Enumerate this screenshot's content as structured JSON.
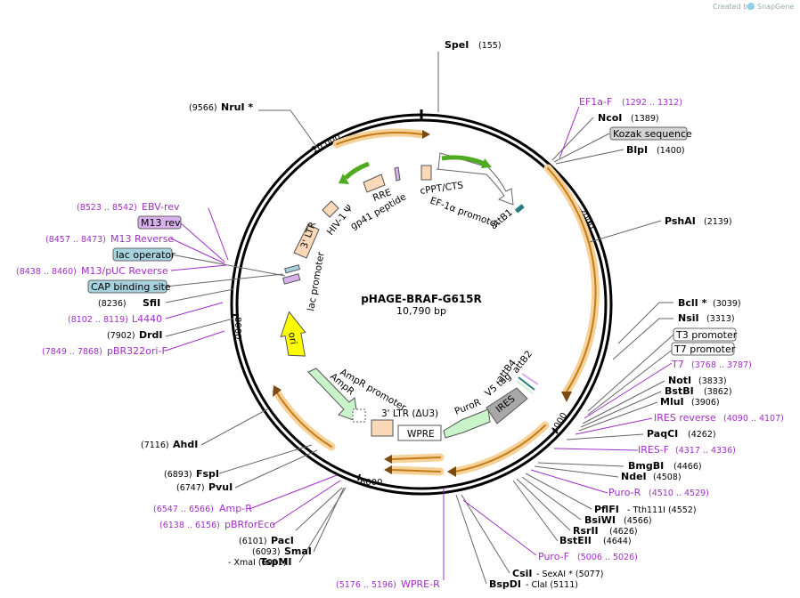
{
  "plasmid": {
    "name": "pHAGE-BRAF-G615R",
    "size": "10,790 bp"
  },
  "credit": {
    "prefix": "Created by",
    "brand": "SnapGene"
  },
  "ticks": [
    {
      "label": "10,000"
    },
    {
      "label": "2000"
    },
    {
      "label": "4000"
    },
    {
      "label": "6000"
    },
    {
      "label": "8000"
    }
  ],
  "boxed_labels": [
    {
      "text": "Kozak sequence",
      "fill": "#d3d3d3"
    },
    {
      "text": "M13 rev",
      "fill": "#d8b0ec"
    },
    {
      "text": "lac operator",
      "fill": "#a6d2de"
    },
    {
      "text": "CAP binding site",
      "fill": "#a6d2de"
    },
    {
      "text": "T3 promoter",
      "fill": "#ffffff"
    },
    {
      "text": "T7 promoter",
      "fill": "#ffffff"
    }
  ],
  "enzymes": [
    {
      "name": "SpeI",
      "pos": "(155)"
    },
    {
      "name": "NruI *",
      "pos": "(9566)"
    },
    {
      "name": "NcoI",
      "pos": "(1389)"
    },
    {
      "name": "BlpI",
      "pos": "(1400)"
    },
    {
      "name": "PshAI",
      "pos": "(2139)"
    },
    {
      "name": "BclI *",
      "pos": "(3039)"
    },
    {
      "name": "NsiI",
      "pos": "(3313)"
    },
    {
      "name": "NotI",
      "pos": "(3833)"
    },
    {
      "name": "BstBI",
      "pos": "(3862)"
    },
    {
      "name": "MluI",
      "pos": "(3906)"
    },
    {
      "name": "PaqCI",
      "pos": "(4262)"
    },
    {
      "name": "BmgBI",
      "pos": "(4466)"
    },
    {
      "name": "NdeI",
      "pos": "(4508)"
    },
    {
      "name": "PflFI",
      "pos": "-  Tth111I   (4552)"
    },
    {
      "name": "BsiWI",
      "pos": "(4566)"
    },
    {
      "name": "RsrII",
      "pos": "(4626)"
    },
    {
      "name": "BstEII",
      "pos": "(4644)"
    },
    {
      "name": "CsiI",
      "pos": "-  SexAI *   (5077)"
    },
    {
      "name": "BspDI",
      "pos": "-  ClaI   (5111)"
    },
    {
      "name": "SfiI",
      "pos": "(8236)"
    },
    {
      "name": "DrdI",
      "pos": "(7902)"
    },
    {
      "name": "AhdI",
      "pos": "(7116)"
    },
    {
      "name": "FspI",
      "pos": "(6893)"
    },
    {
      "name": "PvuI",
      "pos": "(6747)"
    },
    {
      "name": "PacI",
      "pos": "(6101)"
    },
    {
      "name": "SmaI",
      "pos": "(6093)"
    },
    {
      "name": "TspMI",
      "pos": "-  XmaI   (6091)"
    }
  ],
  "primers": [
    {
      "name": "EF1a-F",
      "pos": "(1292 .. 1312)"
    },
    {
      "name": "EBV-rev",
      "pos": "(8523 .. 8542)"
    },
    {
      "name": "M13 Reverse",
      "pos": "(8457 .. 8473)"
    },
    {
      "name": "M13/pUC Reverse",
      "pos": "(8438 .. 8460)"
    },
    {
      "name": "L4440",
      "pos": "(8102 .. 8119)"
    },
    {
      "name": "pBR322ori-F",
      "pos": "(7849 .. 7868)"
    },
    {
      "name": "T7",
      "pos": "(3768 .. 3787)"
    },
    {
      "name": "IRES reverse",
      "pos": "(4090 .. 4107)"
    },
    {
      "name": "IRES-F",
      "pos": "(4317 .. 4336)"
    },
    {
      "name": "Puro-R",
      "pos": "(4510 .. 4529)"
    },
    {
      "name": "Puro-F",
      "pos": "(5006 .. 5026)"
    },
    {
      "name": "WPRE-R",
      "pos": "(5176 .. 5196)"
    },
    {
      "name": "Amp-R",
      "pos": "(6547 .. 6566)"
    },
    {
      "name": "pBRforEco",
      "pos": "(6138 .. 6156)"
    }
  ],
  "features": [
    {
      "name": "cPPT/CTS"
    },
    {
      "name": "EF-1α promoter"
    },
    {
      "name": "attB1"
    },
    {
      "name": "RRE"
    },
    {
      "name": "gp41 peptide"
    },
    {
      "name": "HIV-1 Ψ"
    },
    {
      "name": "3' LTR"
    },
    {
      "name": "lac promoter"
    },
    {
      "name": "ori"
    },
    {
      "name": "AmpR promoter"
    },
    {
      "name": "AmpR"
    },
    {
      "name": "3' LTR (ΔU3)"
    },
    {
      "name": "WPRE"
    },
    {
      "name": "PuroR"
    },
    {
      "name": "IRES"
    },
    {
      "name": "V5 tag"
    },
    {
      "name": "attB2"
    },
    {
      "name": "attB4"
    }
  ]
}
